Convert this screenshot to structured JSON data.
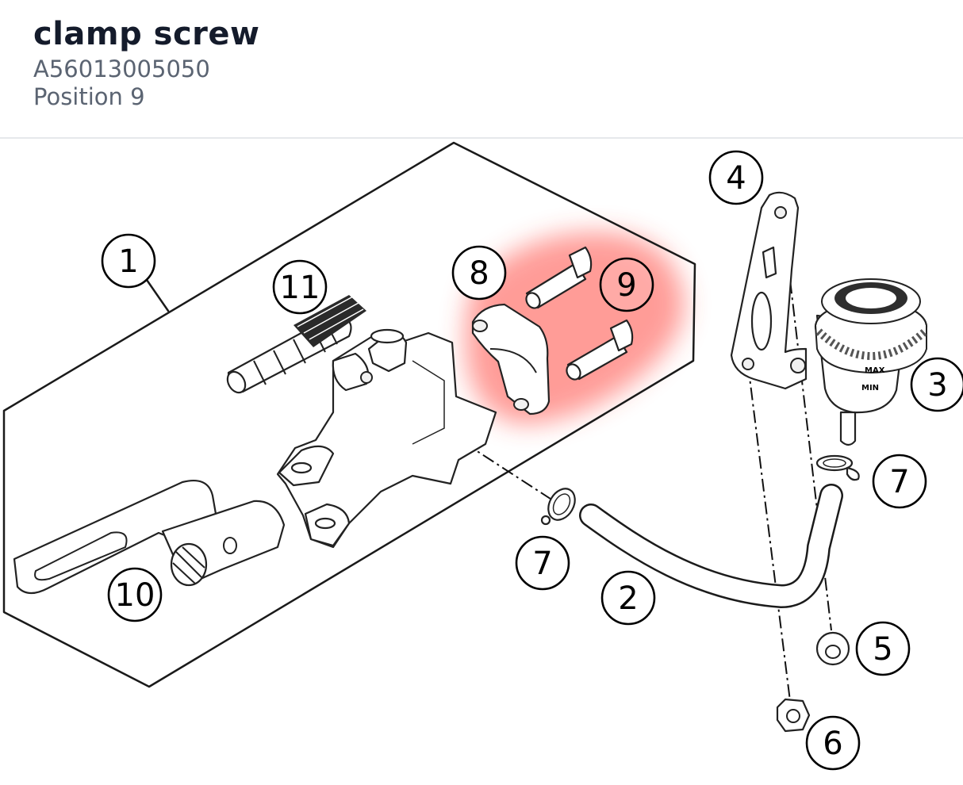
{
  "part": {
    "name": "clamp screw",
    "number": "A56013005050",
    "position": "Position 9"
  },
  "diagram": {
    "highlight_color": "#ff3b30",
    "highlighted_part": "9",
    "callouts": [
      "1",
      "2",
      "3",
      "4",
      "5",
      "6",
      "7",
      "7",
      "8",
      "9",
      "10",
      "11"
    ],
    "reservoir_marks": {
      "max": "MAX",
      "min": "MIN"
    }
  }
}
